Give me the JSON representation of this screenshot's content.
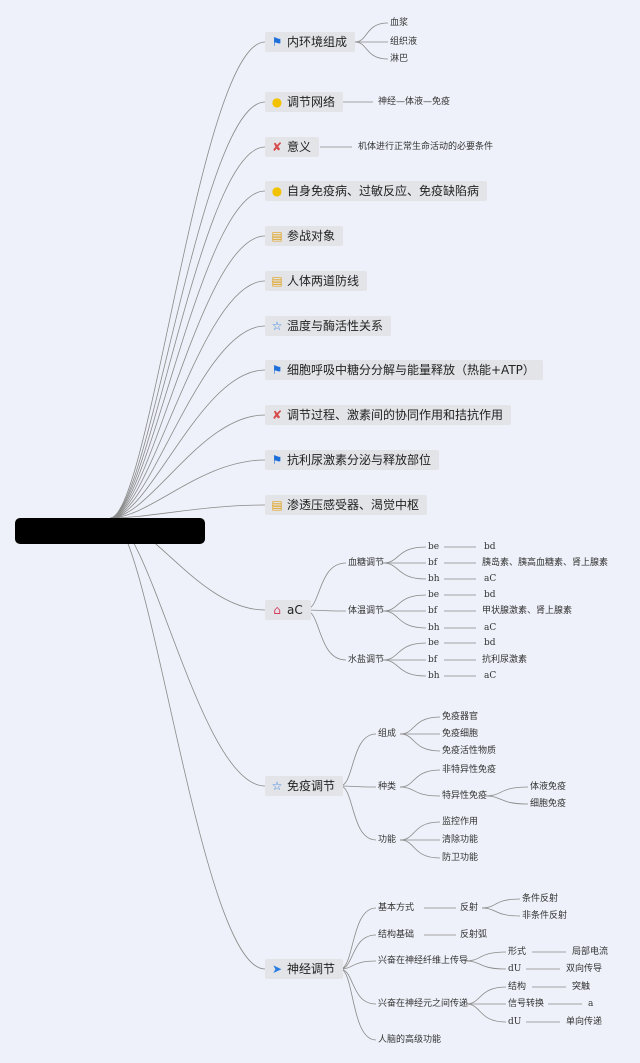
{
  "root": {
    "label": ""
  },
  "branches": [
    {
      "id": "b1",
      "icon": "flag-icon",
      "icon_color": "#1e6fd9",
      "label": "内环境组成",
      "children": [
        "血浆",
        "组织液",
        "淋巴"
      ]
    },
    {
      "id": "b2",
      "icon": "bulb-icon",
      "icon_color": "#f2c200",
      "label": "调节网络",
      "children": [
        "神经—体液—免疫"
      ]
    },
    {
      "id": "b3",
      "icon": "tools-icon",
      "icon_color": "#d64b4b",
      "label": "意义",
      "children": [
        "机体进行正常生命活动的必要条件"
      ]
    },
    {
      "id": "b4",
      "icon": "bulb-icon",
      "icon_color": "#f2c200",
      "label": "自身免疫病、过敏反应、免疫缺陷病",
      "children": []
    },
    {
      "id": "b5",
      "icon": "doc-icon",
      "icon_color": "#e0a21a",
      "label": "参战对象",
      "children": []
    },
    {
      "id": "b6",
      "icon": "doc-icon",
      "icon_color": "#e0a21a",
      "label": "人体两道防线",
      "children": []
    },
    {
      "id": "b7",
      "icon": "star-icon",
      "icon_color": "#2a7de1",
      "label": "温度与酶活性关系",
      "children": []
    },
    {
      "id": "b8",
      "icon": "flag-icon",
      "icon_color": "#1e6fd9",
      "label": "细胞呼吸中糖分分解与能量释放（热能+ATP）",
      "children": []
    },
    {
      "id": "b9",
      "icon": "tools-icon",
      "icon_color": "#d64b4b",
      "label": "调节过程、激素间的协同作用和拮抗作用",
      "children": []
    },
    {
      "id": "b10",
      "icon": "flag-icon",
      "icon_color": "#1e6fd9",
      "label": "抗利尿激素分泌与释放部位",
      "children": []
    },
    {
      "id": "b11",
      "icon": "doc-icon",
      "icon_color": "#e0a21a",
      "label": "渗透压感受器、渴觉中枢",
      "children": []
    },
    {
      "id": "b12",
      "icon": "home-icon",
      "icon_color": "#d63b5c",
      "label": "aC",
      "children": []
    },
    {
      "id": "b13",
      "icon": "star-icon",
      "icon_color": "#2a7de1",
      "label": "免疫调节",
      "children": []
    },
    {
      "id": "b14",
      "icon": "send-icon",
      "icon_color": "#2a7de1",
      "label": "神经调节",
      "children": []
    }
  ],
  "ac_group": [
    {
      "label": "血糖调节",
      "rows": [
        [
          "be",
          "bd"
        ],
        [
          "bf",
          "胰岛素、胰高血糖素、肾上腺素"
        ],
        [
          "bh",
          "aC"
        ]
      ]
    },
    {
      "label": "体温调节",
      "rows": [
        [
          "be",
          "bd"
        ],
        [
          "bf",
          "甲状腺激素、肾上腺素"
        ],
        [
          "bh",
          "aC"
        ]
      ]
    },
    {
      "label": "水盐调节",
      "rows": [
        [
          "be",
          "bd"
        ],
        [
          "bf",
          "抗利尿激素"
        ],
        [
          "bh",
          "aC"
        ]
      ]
    }
  ],
  "immune": {
    "composition": {
      "label": "组成",
      "items": [
        "免疫器官",
        "免疫细胞",
        "免疫活性物质"
      ]
    },
    "types": {
      "label": "种类",
      "nonspecific": "非特异性免疫",
      "specific": "特异性免疫",
      "specific_items": [
        "体液免疫",
        "细胞免疫"
      ]
    },
    "function": {
      "label": "功能",
      "items": [
        "监控作用",
        "清除功能",
        "防卫功能"
      ]
    }
  },
  "neural": {
    "basic": {
      "label": "基本方式",
      "child": "反射",
      "items": [
        "条件反射",
        "非条件反射"
      ]
    },
    "structure": {
      "label": "结构基础",
      "child": "反射弧"
    },
    "fiber": {
      "label": "兴奋在神经纤维上传导",
      "rows": [
        [
          "形式",
          "局部电流"
        ],
        [
          "dU",
          "双向传导"
        ]
      ]
    },
    "between": {
      "label": "兴奋在神经元之间传递",
      "rows": [
        [
          "结构",
          "突触"
        ],
        [
          "信号转换",
          "a"
        ],
        [
          "dU",
          "单向传递"
        ]
      ]
    },
    "brain": {
      "label": "人脑的高级功能"
    }
  },
  "colors": {
    "line": "#8a8a8a",
    "node_bg": "#e3e4e8",
    "bg": "#eef1f9"
  }
}
